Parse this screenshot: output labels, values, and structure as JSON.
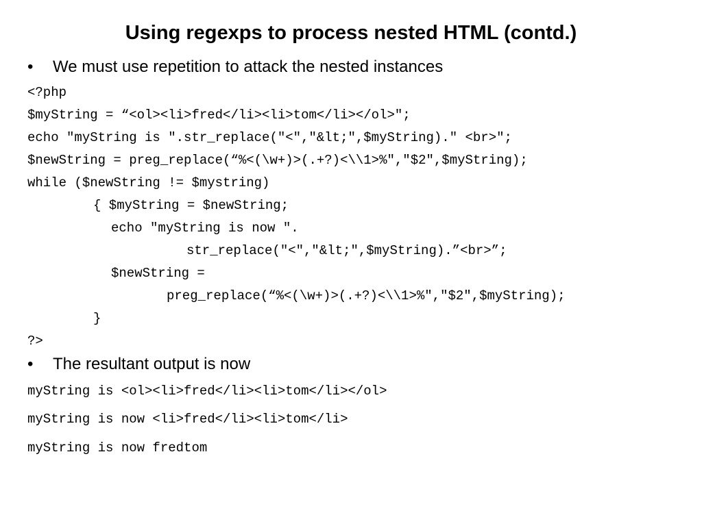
{
  "title": "Using regexps to process nested HTML (contd.)",
  "bullets": [
    {
      "marker": "•",
      "text": "We must use repetition to attack the nested instances"
    },
    {
      "marker": "•",
      "text": "The resultant output is now"
    }
  ],
  "code_lines": [
    "<?php",
    "$myString = “<ol><li>fred</li><li>tom</li></ol>\";",
    "echo \"myString is \".str_replace(\"<\",\"&lt;\",$myString).\" <br>\";",
    "$newString = preg_replace(“%<(\\w+)>(.+?)<\\\\1>%\",\"$2\",$myString);",
    "while ($newString != $mystring)",
    "{ $myString = $newString;",
    "echo \"myString is now \".",
    "str_replace(\"<\",\"&lt;\",$myString).”<br>”;",
    "$newString =",
    "preg_replace(“%<(\\w+)>(.+?)<\\\\1>%\",\"$2\",$myString);",
    "}",
    "?>"
  ],
  "output_lines": [
    "myString is <ol><li>fred</li><li>tom</li></ol>",
    "myString is now <li>fred</li><li>tom</li>",
    "myString is now fredtom"
  ]
}
